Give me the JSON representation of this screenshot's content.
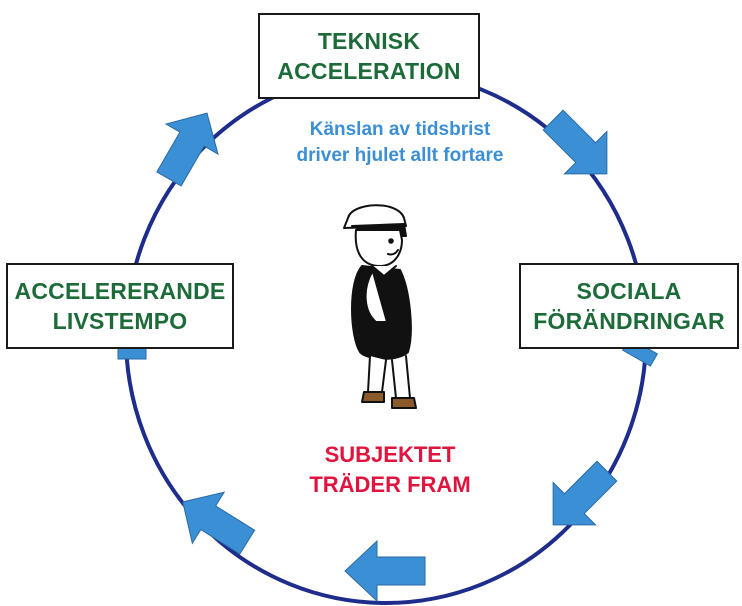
{
  "diagram": {
    "ring_color": "#1e2d8c",
    "arrow_color": "#3b8fd4",
    "box_text_color": "#1e6b3a",
    "caption_color": "#3b8fd4",
    "subject_color": "#e0153f",
    "boxes": {
      "top": {
        "line1": "TEKNISK",
        "line2": "ACCELERATION"
      },
      "right": {
        "line1": "SOCIALA",
        "line2": "FÖRÄNDRINGAR"
      },
      "left": {
        "line1": "ACCELERERANDE",
        "line2": "LIVSTEMPO"
      }
    },
    "center_caption": {
      "line1": "Känslan av tidsbrist",
      "line2": "driver hjulet allt fortare"
    },
    "subject": {
      "line1": "SUBJEKTET",
      "line2": "TRÄDER FRAM"
    },
    "figure": "cartoon-man-in-cap"
  }
}
